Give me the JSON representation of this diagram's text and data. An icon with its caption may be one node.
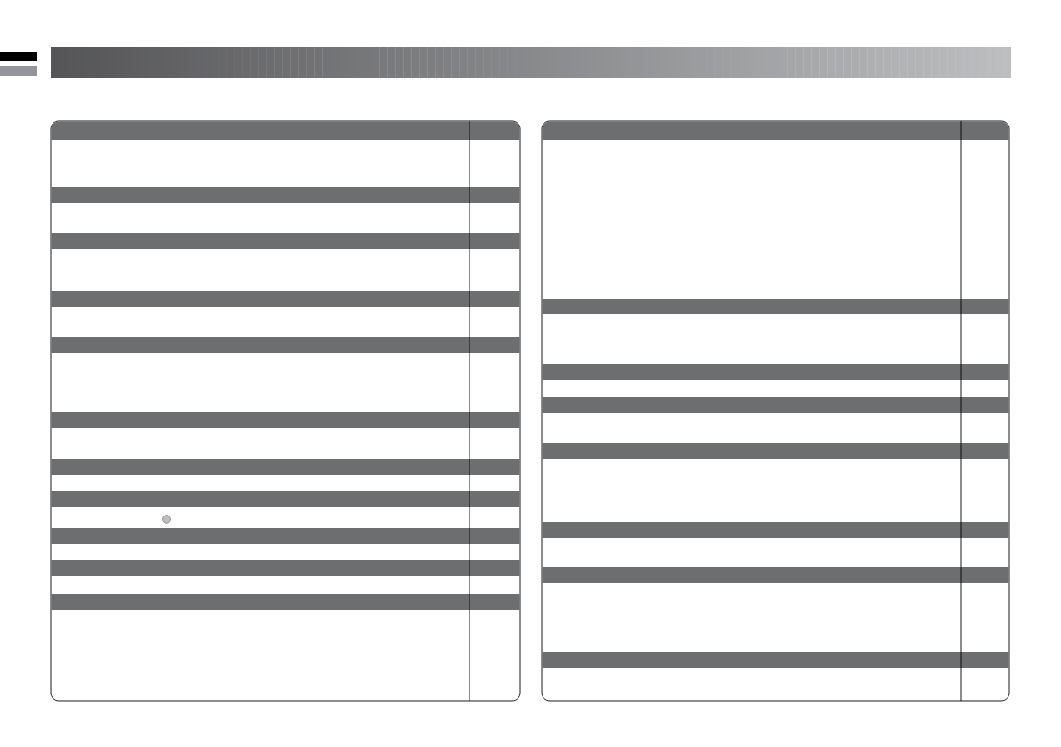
{
  "diagram": {
    "nodes": [
      {
        "text": [],
        "shape": "bar"
      },
      {
        "text": [],
        "shape": "box"
      },
      {
        "text": [],
        "shape": "bar",
        "in": 1
      },
      {
        "text": [],
        "shape": "bar",
        "in": 1
      },
      {
        "text": [],
        "shape": "bar",
        "in": 1
      },
      {
        "text": [],
        "shape": "bar",
        "in": 1
      },
      {
        "text": [],
        "shape": "bar",
        "in": 1
      },
      {
        "text": [],
        "shape": "bar",
        "in": 1
      },
      {
        "text": [],
        "shape": "bar",
        "in": 1
      },
      {
        "text": [],
        "shape": "bar",
        "in": 1
      },
      {
        "text": [],
        "shape": "bar",
        "in": 1
      },
      {
        "text": [],
        "shape": "bar",
        "in": 1
      },
      {
        "text": [],
        "shape": "bar",
        "in": 1
      },
      {
        "text": [],
        "shape": "box"
      },
      {
        "text": [],
        "shape": "bar",
        "in": 13
      },
      {
        "text": [],
        "shape": "bar",
        "in": 13
      },
      {
        "text": [],
        "shape": "bar",
        "in": 13
      },
      {
        "text": [],
        "shape": "bar",
        "in": 13
      },
      {
        "text": [],
        "shape": "bar",
        "in": 13
      },
      {
        "text": [],
        "shape": "bar",
        "in": 13
      },
      {
        "text": [],
        "shape": "bar",
        "in": 13
      },
      {
        "text": [],
        "shape": "bar",
        "in": 13
      }
    ]
  }
}
